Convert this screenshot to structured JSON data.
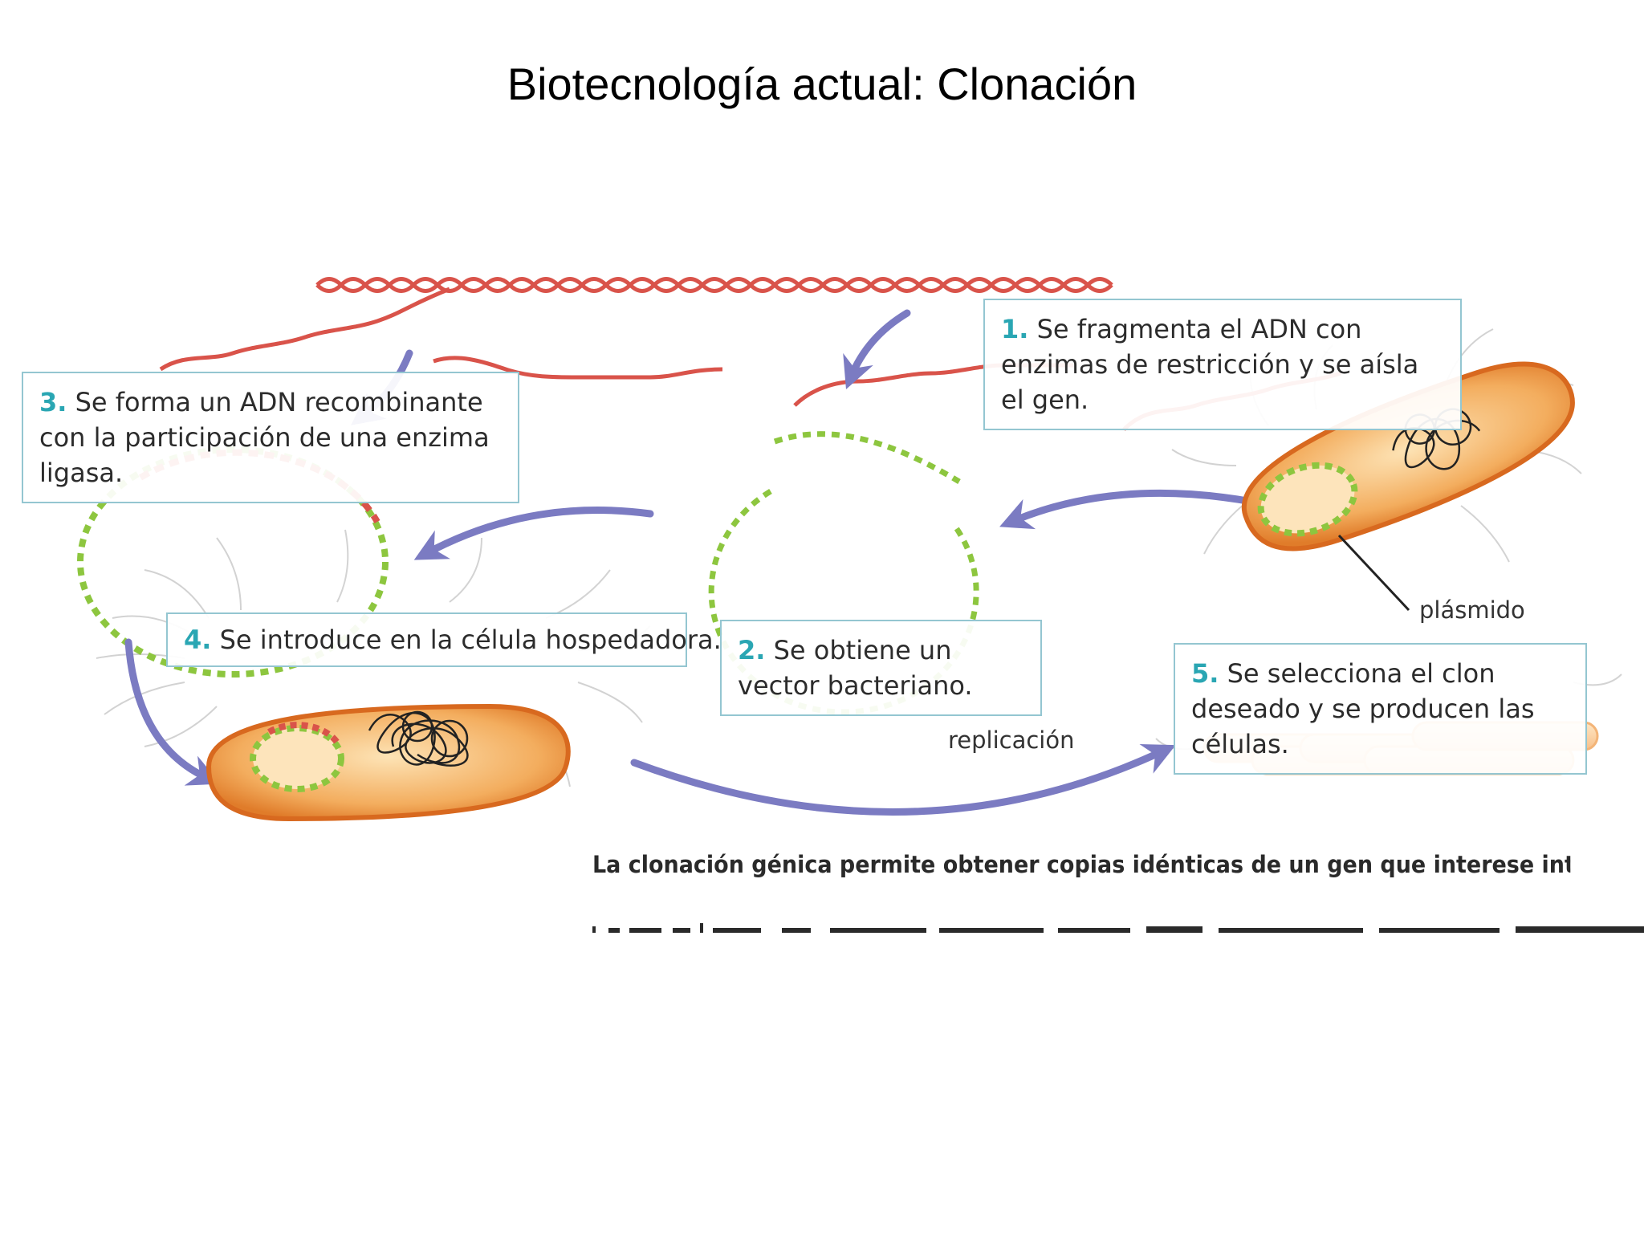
{
  "slide": {
    "title": "Biotecnología actual: Clonación"
  },
  "steps": [
    {
      "number": "1.",
      "text": "Se fragmenta el ADN con enzimas de restricción y se aísla el gen."
    },
    {
      "number": "2.",
      "text": "Se obtiene un vector bacteriano."
    },
    {
      "number": "3.",
      "text": "Se forma un ADN recombinante con la participación de una enzima ligasa."
    },
    {
      "number": "4.",
      "text": "Se introduce en la célula hospedadora."
    },
    {
      "number": "5.",
      "text": "Se selecciona el clon deseado y se producen las células."
    }
  ],
  "labels": {
    "plasmid": "plásmido",
    "replication": "replicación"
  },
  "caption": "La clonación génica permite obtener copias idénticas de un gen que interese introducir en un organismo",
  "colors": {
    "dna": "#d9534a",
    "plasmid": "#8dc63f",
    "arrow": "#7b7bc2",
    "cell_body": "#f0a04b",
    "cell_edge": "#d8691f",
    "panel_border": "#94c6d1",
    "step_number": "#2aa6b3"
  }
}
